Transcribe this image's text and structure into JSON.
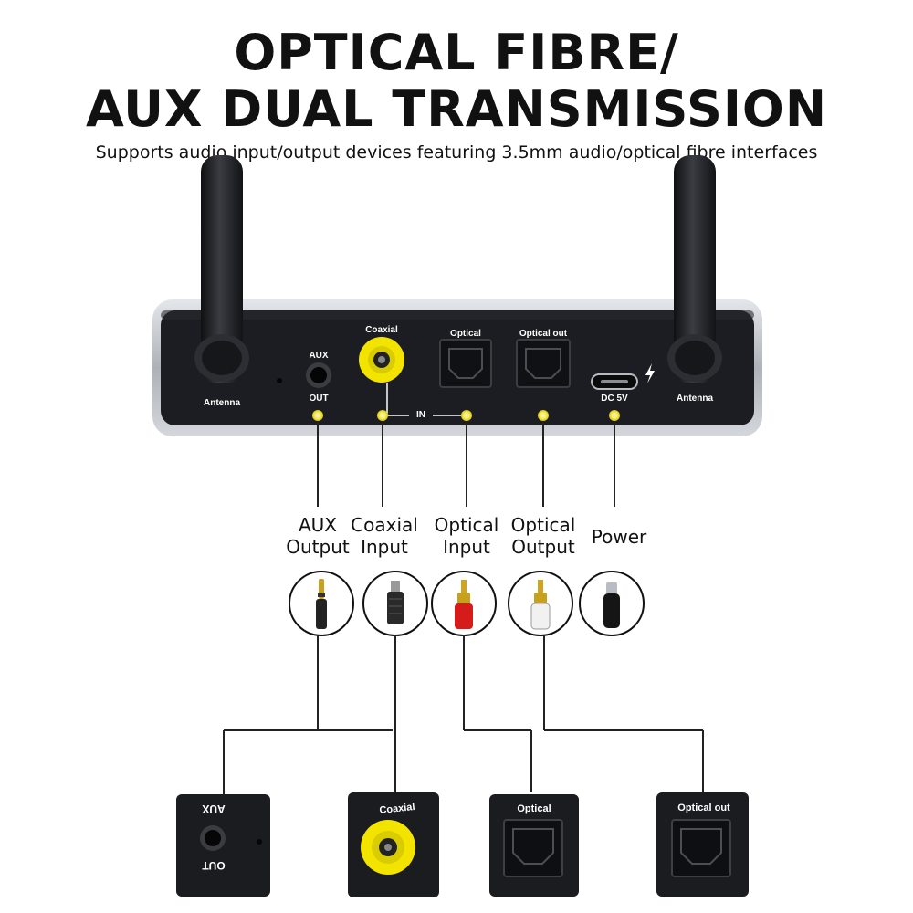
{
  "header": {
    "title_line1": "OPTICAL FIBRE/",
    "title_line2": "AUX DUAL TRANSMISSION",
    "subtitle": "Supports audio input/output devices featuring 3.5mm audio/optical fibre interfaces"
  },
  "device_panel": {
    "antenna_left": "Antenna",
    "antenna_right": "Antenna",
    "aux_top": "AUX",
    "aux_bottom": "OUT",
    "coaxial": "Coaxial",
    "optical": "Optical",
    "optical_out": "Optical out",
    "dc": "DC 5V",
    "in_label": "IN"
  },
  "port_labels": [
    {
      "line1": "AUX",
      "line2": "Output"
    },
    {
      "line1": "Coaxial",
      "line2": "Input"
    },
    {
      "line1": "Optical",
      "line2": "Input"
    },
    {
      "line1": "Optical",
      "line2": "Output"
    },
    {
      "line1": "Power",
      "line2": ""
    }
  ],
  "cable_icons": [
    "aux-3.5mm-plug-icon",
    "coaxial-plug-icon",
    "red-rca-plug-icon",
    "white-rca-plug-icon",
    "usb-c-plug-icon"
  ],
  "closeups": {
    "aux_top": "XUA",
    "aux_bottom": "TUO",
    "coaxial": "Coaxial",
    "optical": "Optical",
    "optical_out": "Optical out"
  },
  "colors": {
    "panel": "#1c1d22",
    "frame": "#b9bcc2",
    "accent_yellow": "#f3e400",
    "rca_red": "#d61b1b",
    "lines": "#222222"
  }
}
